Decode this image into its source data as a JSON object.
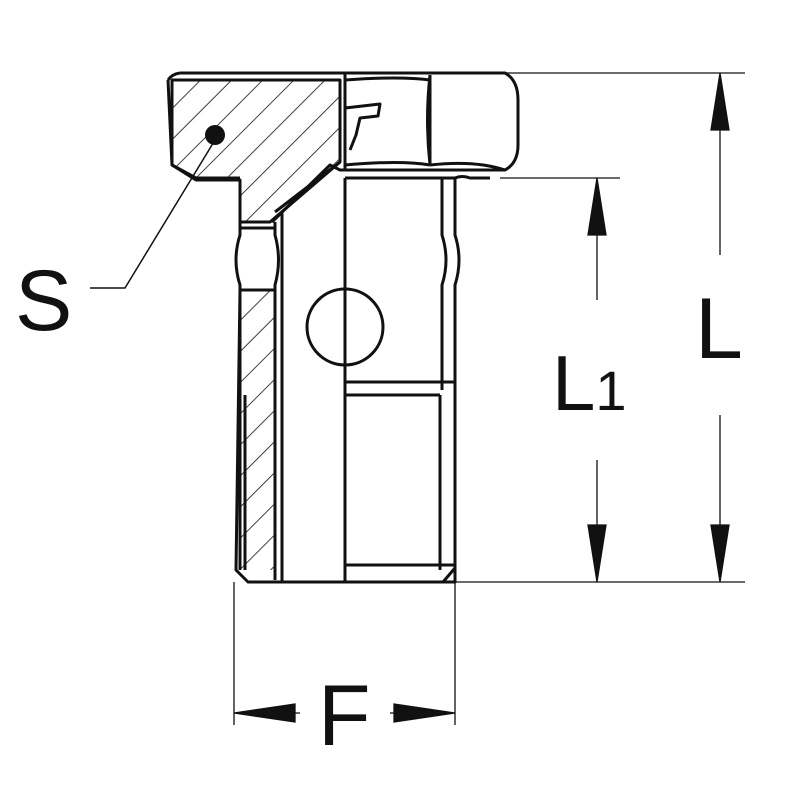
{
  "labels": {
    "seal": "S",
    "length_thread": "L",
    "length_thread_sub": "1",
    "length_total": "L",
    "width": "F"
  },
  "colors": {
    "line": "#111111",
    "background": "#ffffff"
  }
}
